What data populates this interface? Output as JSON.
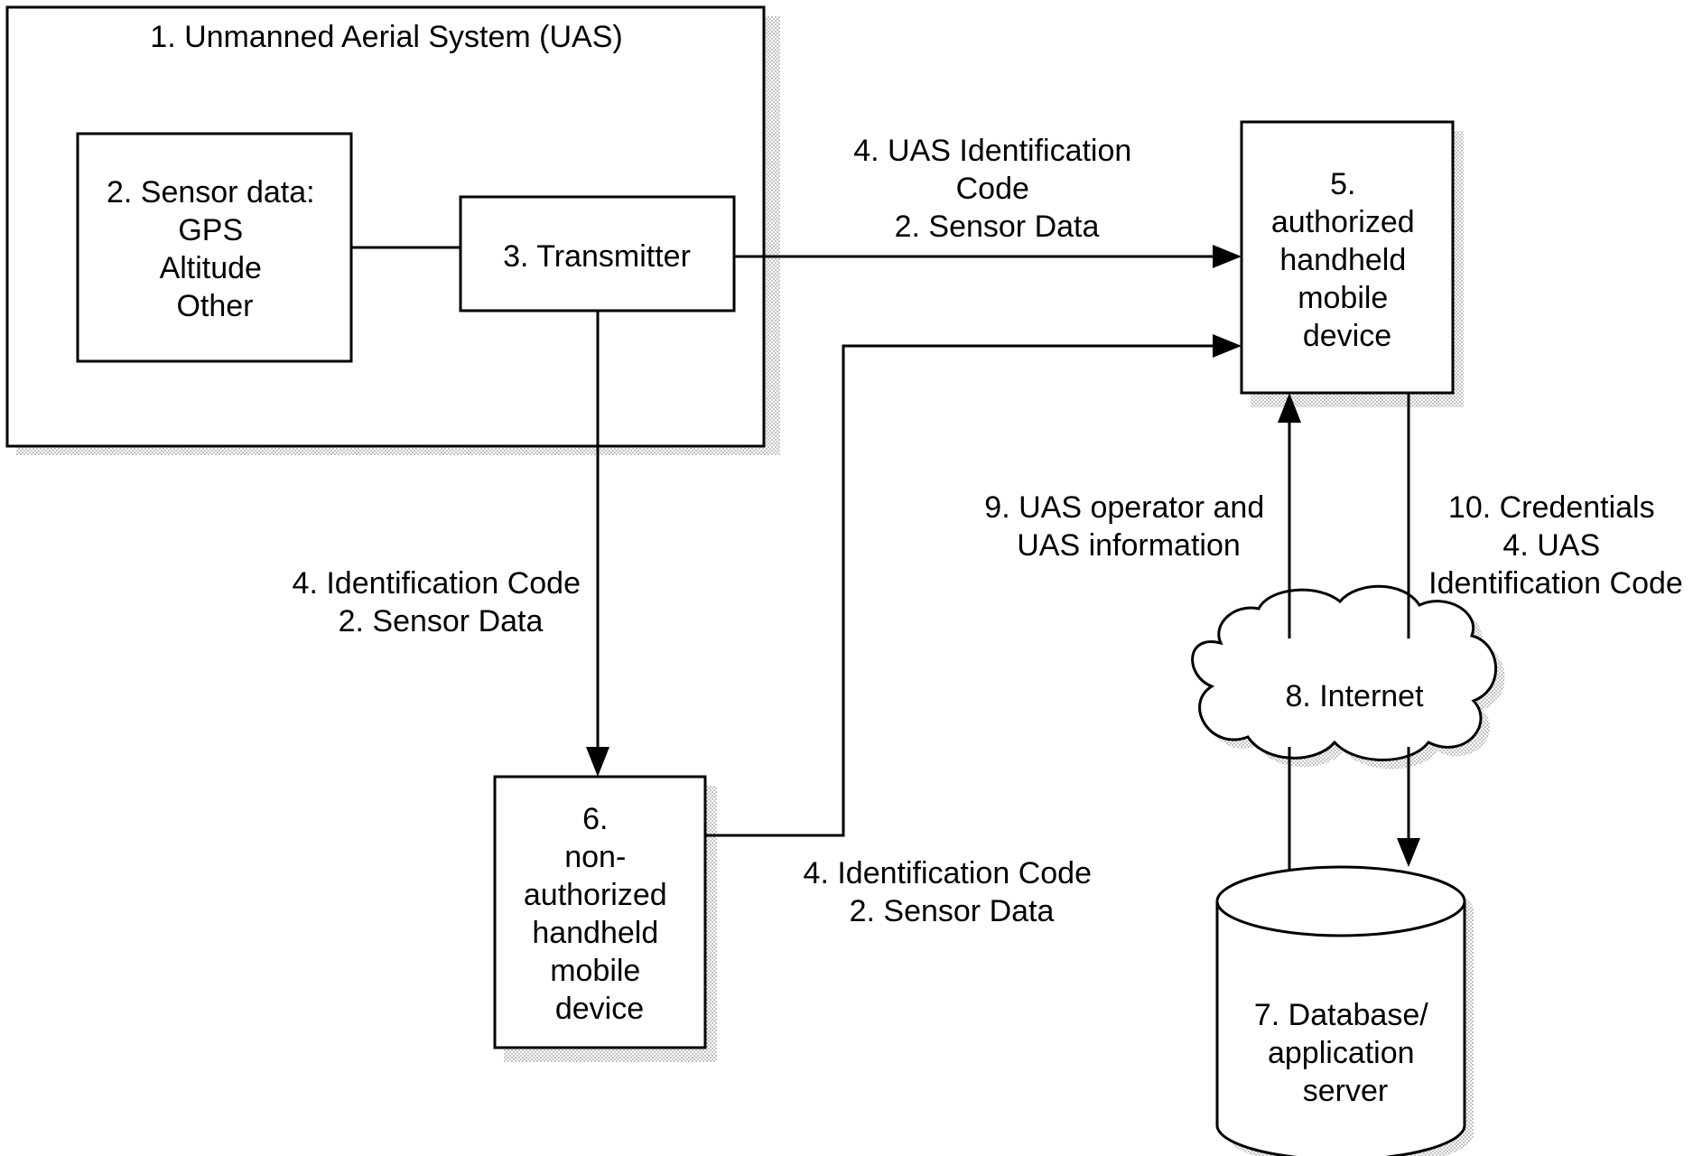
{
  "uas": {
    "title": "1. Unmanned Aerial System (UAS)",
    "sensor_lines": [
      "2. Sensor data:",
      "GPS",
      "Altitude",
      "Other"
    ],
    "transmitter": "3. Transmitter"
  },
  "authorized_device": {
    "lines": [
      "5.",
      "authorized",
      "handheld",
      "mobile",
      "device"
    ]
  },
  "non_authorized_device": {
    "lines": [
      "6.",
      "non-",
      "authorized",
      "handheld",
      "mobile",
      "device"
    ]
  },
  "database": {
    "lines": [
      "7. Database/",
      "application",
      "server"
    ]
  },
  "internet": {
    "label": "8. Internet"
  },
  "edges": {
    "transmitter_to_authorized": [
      "4. UAS Identification",
      "Code",
      "2. Sensor Data"
    ],
    "transmitter_to_non_authorized": [
      "4. Identification Code",
      "2. Sensor Data"
    ],
    "non_authorized_to_authorized": [
      "4. Identification Code",
      "2. Sensor Data"
    ],
    "server_to_authorized": [
      "9. UAS operator and",
      "UAS information"
    ],
    "authorized_to_server": [
      "10. Credentials",
      "4. UAS",
      "Identification Code"
    ]
  }
}
